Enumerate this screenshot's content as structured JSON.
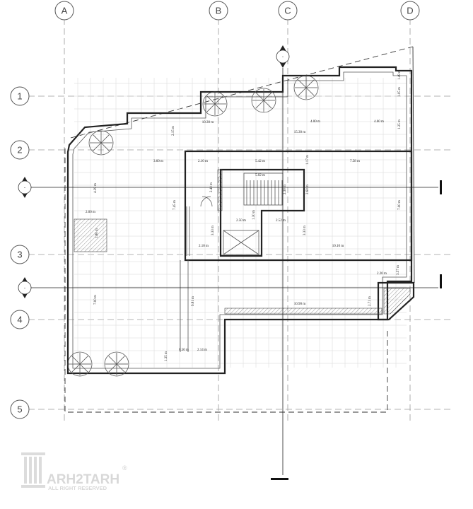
{
  "grid": {
    "columns": [
      "A",
      "B",
      "C",
      "D"
    ],
    "rows": [
      "1",
      "2",
      "3",
      "4",
      "5"
    ]
  },
  "section_markers": {
    "label": "-"
  },
  "dimensions": {
    "top_1": "10.30 m",
    "top_2": "4.00 m",
    "top_3": "4.60 m",
    "top_total": "15.30 m",
    "right_1": "1.49 m",
    "right_2": "1.05 m",
    "right_3": "1.25 m",
    "left_1": "3.60 m",
    "vert_1": "2.15 m",
    "vert_2": "4.39 m",
    "mid_1": "2.10 m",
    "mid_2": "5.42 m",
    "mid_3": "1.17 m",
    "mid_4": "7.58 m",
    "stair": "5.02 m",
    "d_240": "2.40 m",
    "d_230": "2.30 m",
    "d_260": "2.60 m",
    "d_745": "7.45 m",
    "d_700": "7.00 m",
    "d_200": "2.00 m",
    "d_180": "1.80 m",
    "d_250": "2.50 m",
    "d_130": "1.30 m",
    "d_252": "2.52 m",
    "d_333a": "3.33 m",
    "d_333b": "3.33 m",
    "d_210": "2.10 m",
    "d_1010": "10.10 m",
    "d_220": "2.20 m",
    "d_357": "3.57 m",
    "d_1090": "10.90 m",
    "d_271": "2.71 m",
    "d_700b": "7.00 m",
    "d_981": "9.81 m",
    "d_050": "0.50 m",
    "d_214": "2.14 m",
    "d_135": "1.35 m"
  },
  "logo": {
    "name": "ARH2TARH",
    "tagline": "ALL RIGHT RESERVED",
    "mark": "®"
  }
}
